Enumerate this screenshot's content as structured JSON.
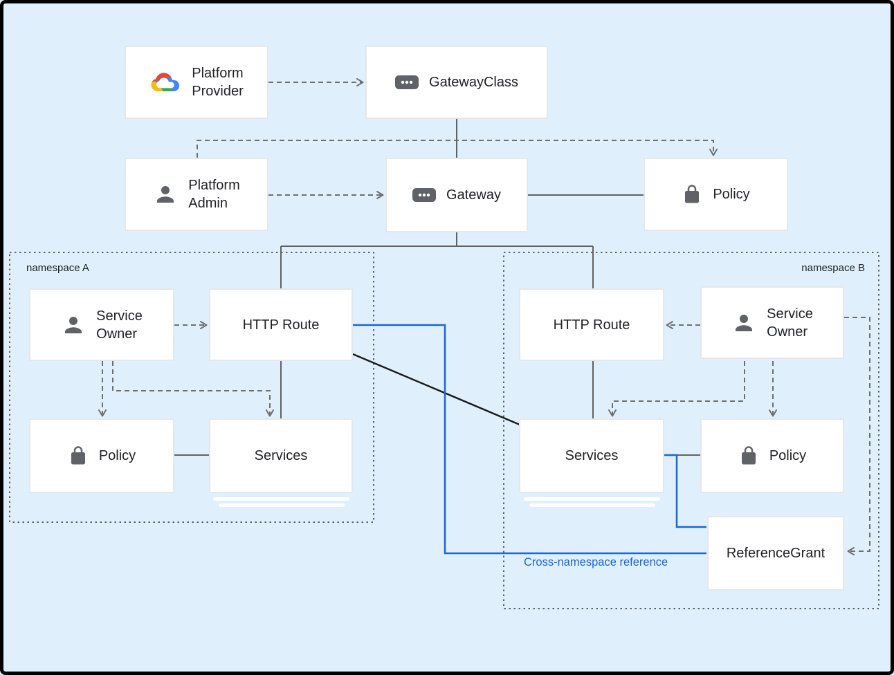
{
  "diagram": {
    "namespaces": {
      "a": {
        "label": "namespace A"
      },
      "b": {
        "label": "namespace B"
      }
    },
    "nodes": {
      "platform_provider": {
        "lines": [
          "Platform",
          "Provider"
        ],
        "icon": "google-cloud-icon"
      },
      "gateway_class": {
        "label": "GatewayClass",
        "icon": "resource-icon"
      },
      "platform_admin": {
        "lines": [
          "Platform",
          "Admin"
        ],
        "icon": "person-icon"
      },
      "gateway": {
        "label": "Gateway",
        "icon": "resource-icon"
      },
      "policy_top": {
        "label": "Policy",
        "icon": "lock-icon"
      },
      "service_owner_a": {
        "lines": [
          "Service",
          "Owner"
        ],
        "icon": "person-icon"
      },
      "http_route_a": {
        "label": "HTTP Route"
      },
      "policy_a": {
        "label": "Policy",
        "icon": "lock-icon"
      },
      "services_a": {
        "label": "Services"
      },
      "http_route_b": {
        "label": "HTTP Route"
      },
      "service_owner_b": {
        "lines": [
          "Service",
          "Owner"
        ],
        "icon": "person-icon"
      },
      "services_b": {
        "label": "Services"
      },
      "policy_b": {
        "label": "Policy",
        "icon": "lock-icon"
      },
      "reference_grant": {
        "label": "ReferenceGrant"
      }
    },
    "annotations": {
      "cross_namespace": "Cross-namespace reference"
    },
    "edges": [
      {
        "from": "platform_provider",
        "to": "gateway_class",
        "style": "dashed-arrow"
      },
      {
        "from": "gateway_class",
        "to": "gateway",
        "style": "solid"
      },
      {
        "from": "gateway_class",
        "to": "platform_admin",
        "style": "dashed"
      },
      {
        "from": "gateway_class",
        "to": "policy_top",
        "style": "dashed-arrow"
      },
      {
        "from": "platform_admin",
        "to": "gateway",
        "style": "dashed-arrow"
      },
      {
        "from": "gateway",
        "to": "policy_top",
        "style": "solid"
      },
      {
        "from": "gateway",
        "to": "http_route_a",
        "style": "solid"
      },
      {
        "from": "gateway",
        "to": "http_route_b",
        "style": "solid"
      },
      {
        "from": "http_route_a",
        "to": "services_a",
        "style": "solid"
      },
      {
        "from": "http_route_b",
        "to": "services_b",
        "style": "solid"
      },
      {
        "from": "service_owner_a",
        "to": "http_route_a",
        "style": "dashed-arrow"
      },
      {
        "from": "service_owner_a",
        "to": "policy_a",
        "style": "dashed-arrow"
      },
      {
        "from": "service_owner_a",
        "to": "services_a",
        "style": "dashed-arrow"
      },
      {
        "from": "policy_a",
        "to": "services_a",
        "style": "solid"
      },
      {
        "from": "service_owner_b",
        "to": "http_route_b",
        "style": "dashed-arrow"
      },
      {
        "from": "service_owner_b",
        "to": "services_b",
        "style": "dashed-arrow"
      },
      {
        "from": "service_owner_b",
        "to": "policy_b",
        "style": "dashed-arrow"
      },
      {
        "from": "service_owner_b",
        "to": "reference_grant",
        "style": "dashed-arrow"
      },
      {
        "from": "services_b",
        "to": "policy_b",
        "style": "solid"
      },
      {
        "from": "http_route_a",
        "to": "services_b",
        "style": "black-line"
      },
      {
        "from": "http_route_a",
        "to": "reference_grant",
        "style": "blue-line",
        "label": "Cross-namespace reference"
      },
      {
        "from": "services_b",
        "to": "reference_grant",
        "style": "blue-line"
      }
    ],
    "colors": {
      "background": "#dff0fc",
      "frame": "#000000",
      "box_fill": "#ffffff",
      "box_border": "#e5e7e9",
      "text": "#202124",
      "solid_connector": "#616161",
      "dashed_connector": "#6e6e6e",
      "namespace_border": "#616161",
      "blue": "#1967d2",
      "black_line": "#1b1b1b",
      "icon_gray": "#5f6368",
      "gcloud_red": "#ea4335",
      "gcloud_blue": "#4285f4",
      "gcloud_green": "#34a853",
      "gcloud_yellow": "#fbbc05"
    }
  }
}
